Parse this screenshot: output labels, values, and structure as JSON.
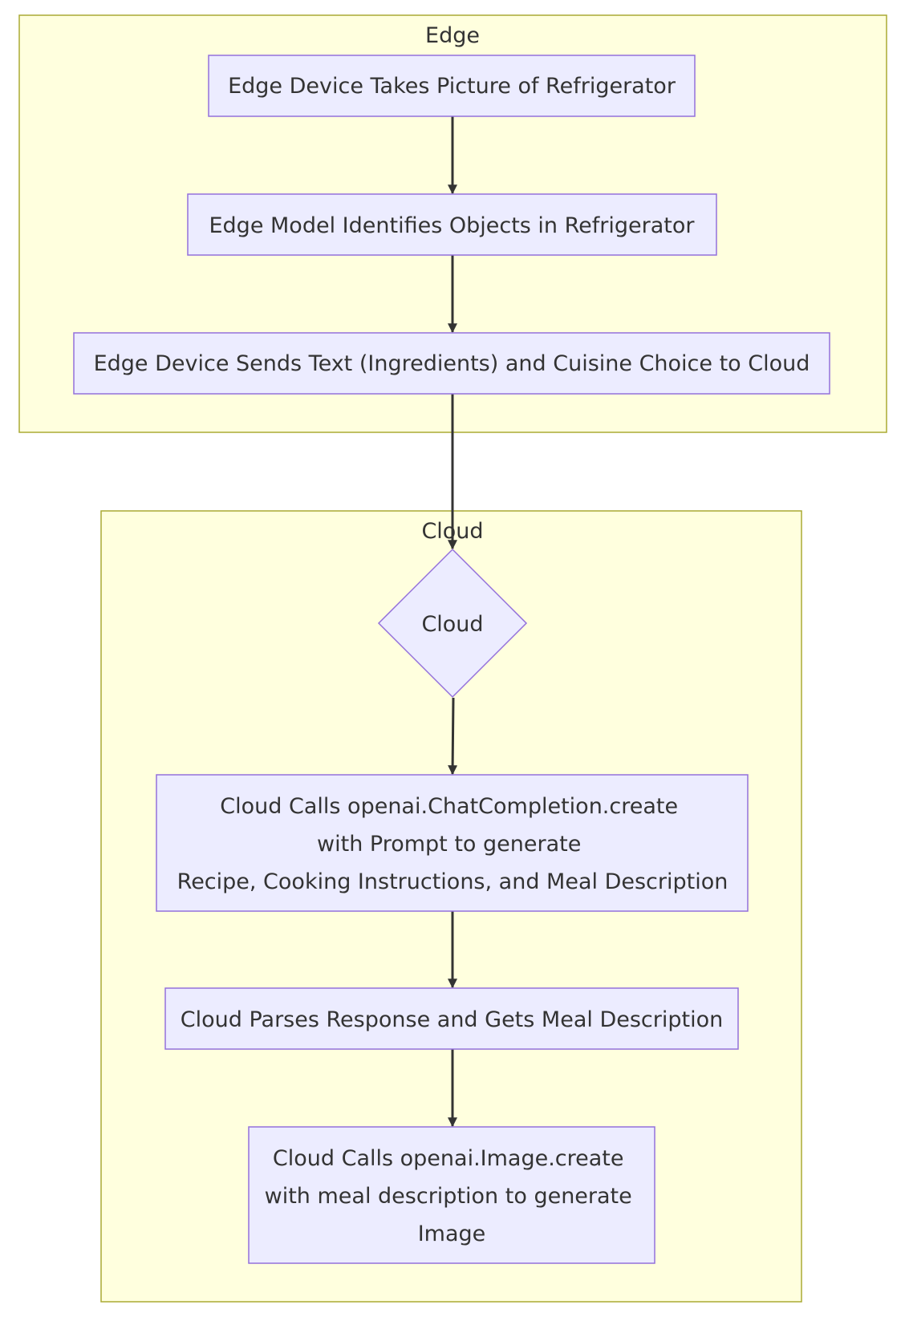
{
  "clusters": {
    "edge": {
      "title": "Edge"
    },
    "cloud": {
      "title": "Cloud"
    }
  },
  "nodes": {
    "take_picture": {
      "lines": [
        "Edge Device Takes Picture of Refrigerator"
      ]
    },
    "identify": {
      "lines": [
        "Edge Model Identifies Objects in Refrigerator"
      ]
    },
    "send_text": {
      "lines": [
        "Edge Device Sends Text (Ingredients) and Cuisine Choice to Cloud"
      ]
    },
    "cloud_decision": {
      "lines": [
        "Cloud"
      ]
    },
    "chat_completion": {
      "lines": [
        "Cloud Calls openai.ChatCompletion.create",
        "with Prompt to generate",
        "Recipe, Cooking Instructions, and Meal Description"
      ]
    },
    "parse_response": {
      "lines": [
        "Cloud Parses Response and Gets Meal Description"
      ]
    },
    "image_create": {
      "lines": [
        "Cloud Calls openai.Image.create",
        "with meal description to generate",
        "Image"
      ]
    }
  },
  "edges": [
    {
      "from": "take_picture",
      "to": "identify"
    },
    {
      "from": "identify",
      "to": "send_text"
    },
    {
      "from": "send_text",
      "to": "cloud_decision"
    },
    {
      "from": "cloud_decision",
      "to": "chat_completion"
    },
    {
      "from": "chat_completion",
      "to": "parse_response"
    },
    {
      "from": "parse_response",
      "to": "image_create"
    }
  ],
  "colors": {
    "cluster_fill": "#ffffde",
    "cluster_stroke": "#aaaa33",
    "node_fill": "#ececff",
    "node_stroke": "#9370db",
    "edge": "#333333",
    "text": "#333333"
  }
}
